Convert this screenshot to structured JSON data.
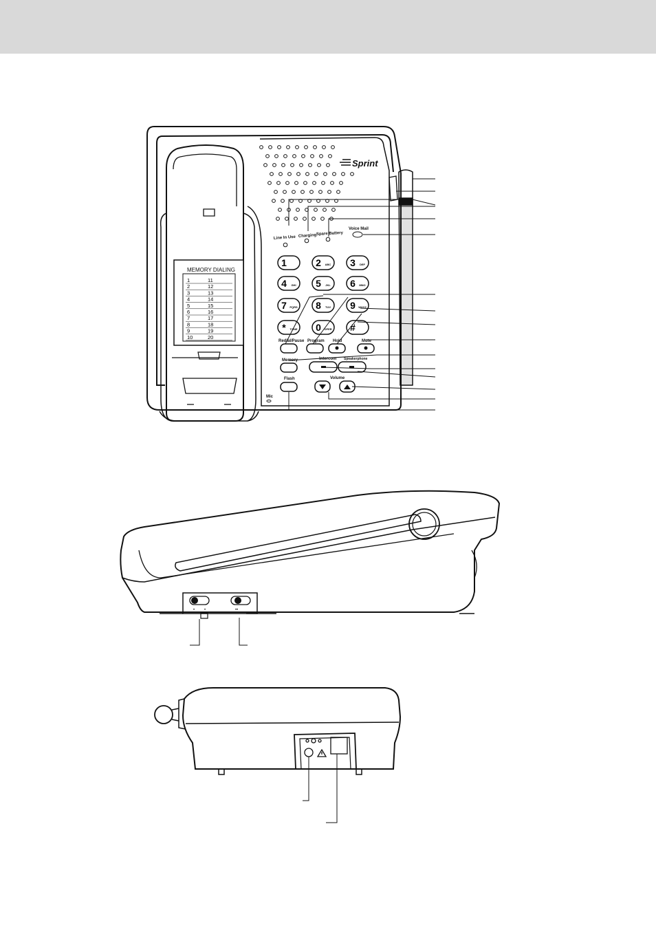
{
  "brand": {
    "name": "Sprint",
    "trademark": "."
  },
  "indicators": {
    "line_in_use": "Line In Use",
    "charging": "Charging",
    "spare_battery": "Spare Battery",
    "voice_mail": "Voice Mail"
  },
  "memory_card": {
    "title": "MEMORY DIALING",
    "left": [
      "1",
      "2",
      "3",
      "4",
      "5",
      "6",
      "7",
      "8",
      "9",
      "10"
    ],
    "right": [
      "11",
      "12",
      "13",
      "14",
      "15",
      "16",
      "17",
      "18",
      "19",
      "20"
    ]
  },
  "keypad": [
    {
      "digit": "1",
      "letters": ""
    },
    {
      "digit": "2",
      "letters": "ABC"
    },
    {
      "digit": "3",
      "letters": "DEF"
    },
    {
      "digit": "4",
      "letters": "GHI"
    },
    {
      "digit": "5",
      "letters": "JKL"
    },
    {
      "digit": "6",
      "letters": "MNO"
    },
    {
      "digit": "7",
      "letters": "PQRS"
    },
    {
      "digit": "8",
      "letters": "TUV"
    },
    {
      "digit": "9",
      "letters": "WXYZ"
    },
    {
      "digit": "*",
      "letters": "TONE"
    },
    {
      "digit": "0",
      "letters": "OPER"
    },
    {
      "digit": "#",
      "letters": ""
    }
  ],
  "function_keys": {
    "redial_pause": "Redial/Pause",
    "program": "Program",
    "hold": "Hold",
    "mute": "Mute",
    "memory": "Memory",
    "intercom": "Intercom",
    "speakerphone": "Speakerphone",
    "flash": "Flash",
    "volume": "Volume",
    "mic": "Mic"
  },
  "side_switches": {
    "left_marks": [
      "•",
      "•"
    ],
    "right_mark": "••"
  }
}
